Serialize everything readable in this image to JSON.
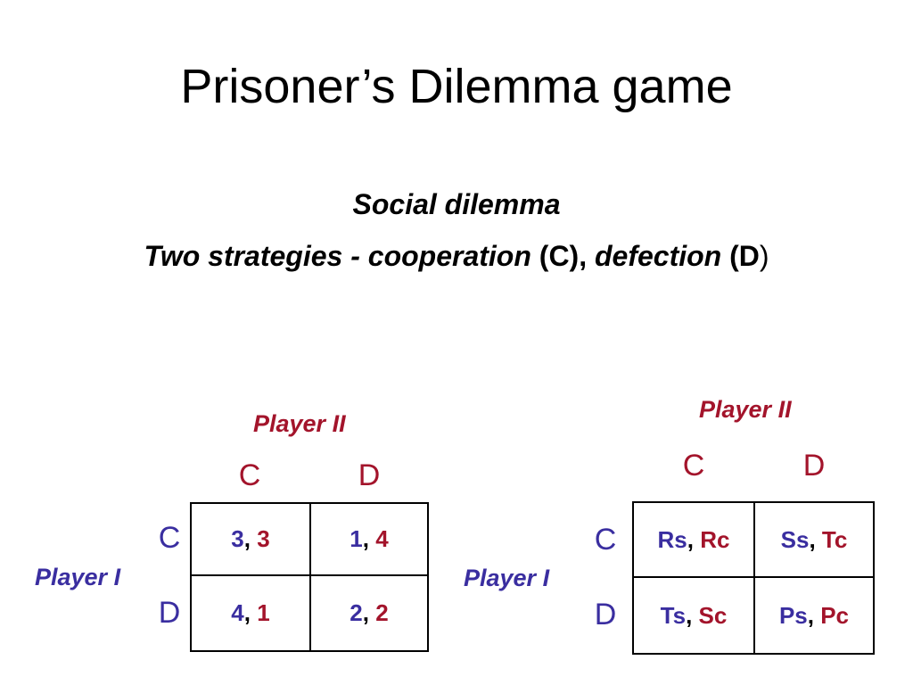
{
  "title": "Prisoner’s Dilemma game",
  "subtitle": {
    "line1": "Social dilemma",
    "line2_prefix": "Two strategies -  ",
    "cooperation_word": "cooperation",
    "cooperation_abbr": "(C),",
    "defection_word": "defection",
    "defection_open": "(",
    "defection_letter": "D",
    "defection_close": ")"
  },
  "left_matrix": {
    "player_col_label": "Player II",
    "player_row_label": "Player I",
    "col_headers": [
      "C",
      "D"
    ],
    "row_headers": [
      "C",
      "D"
    ],
    "cells": [
      [
        {
          "p1": "3",
          "p2": "3"
        },
        {
          "p1": "1",
          "p2": "4"
        }
      ],
      [
        {
          "p1": "4",
          "p2": "1"
        },
        {
          "p1": "2",
          "p2": "2"
        }
      ]
    ]
  },
  "right_matrix": {
    "player_col_label": "Player II",
    "player_row_label": "Player I",
    "col_headers": [
      "C",
      "D"
    ],
    "row_headers": [
      "C",
      "D"
    ],
    "cells": [
      [
        {
          "p1": "Rs",
          "p2": "Rc"
        },
        {
          "p1": "Ss",
          "p2": "Tc"
        }
      ],
      [
        {
          "p1": "Ts",
          "p2": "Sc"
        },
        {
          "p1": "Ps",
          "p2": "Pc"
        }
      ]
    ]
  },
  "colors": {
    "player_one": "#3a2ea0",
    "player_two": "#a3142b"
  }
}
